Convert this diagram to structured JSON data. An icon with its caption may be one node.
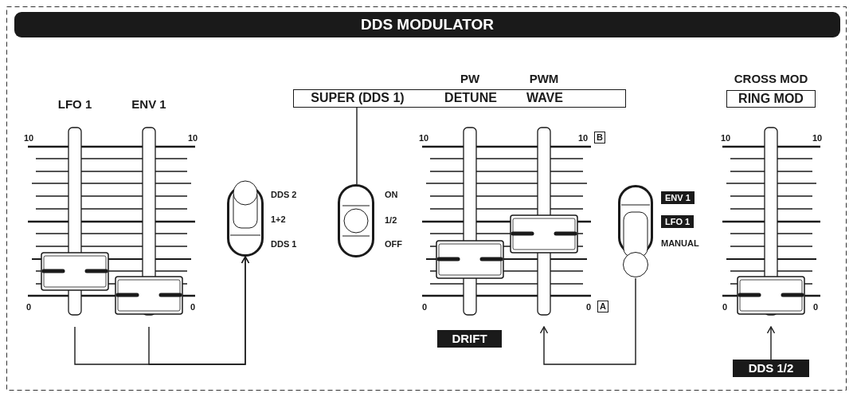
{
  "diagram": {
    "nodes": [
      {
        "text": [
          "DDS MODULATOR"
        ]
      },
      {
        "text": [
          "LFO 1"
        ]
      },
      {
        "text": [
          "ENV 1"
        ]
      },
      {
        "text": [],
        "shape": "switch",
        "beside": [
          "DDS 2",
          "1+2",
          "DDS 1"
        ]
      },
      {
        "text": [
          "SUPER (DDS 1)",
          "DETUNE",
          "WAVE"
        ]
      },
      {
        "text": [],
        "shape": "switch",
        "beside": [
          "ON",
          "1/2",
          "OFF"
        ]
      },
      {
        "text": [
          "PW"
        ]
      },
      {
        "text": [
          "PWM"
        ]
      },
      {
        "text": [],
        "shape": "switch",
        "beside": [
          "ENV 1",
          "LFO 1",
          "MANUAL"
        ]
      },
      {
        "text": [
          "CROSS MOD",
          "RING MOD"
        ]
      },
      {
        "text": [
          "DRIFT"
        ]
      },
      {
        "text": [
          "DDS 1/2"
        ]
      }
    ],
    "edges": [
      {
        "from": 1,
        "to": 3,
        "arrow": "to"
      },
      {
        "from": 2,
        "to": 3,
        "arrow": "to"
      },
      {
        "from": 4,
        "to": 5,
        "arrow": "none"
      },
      {
        "from": 8,
        "to": 7,
        "arrow": "to"
      },
      {
        "from": 11,
        "to": 9,
        "arrow": "to"
      }
    ],
    "labels": [
      "10",
      "10",
      "0",
      "0",
      "10",
      "10",
      "B",
      "0",
      "0",
      "A",
      "10",
      "10",
      "0",
      "0"
    ]
  }
}
